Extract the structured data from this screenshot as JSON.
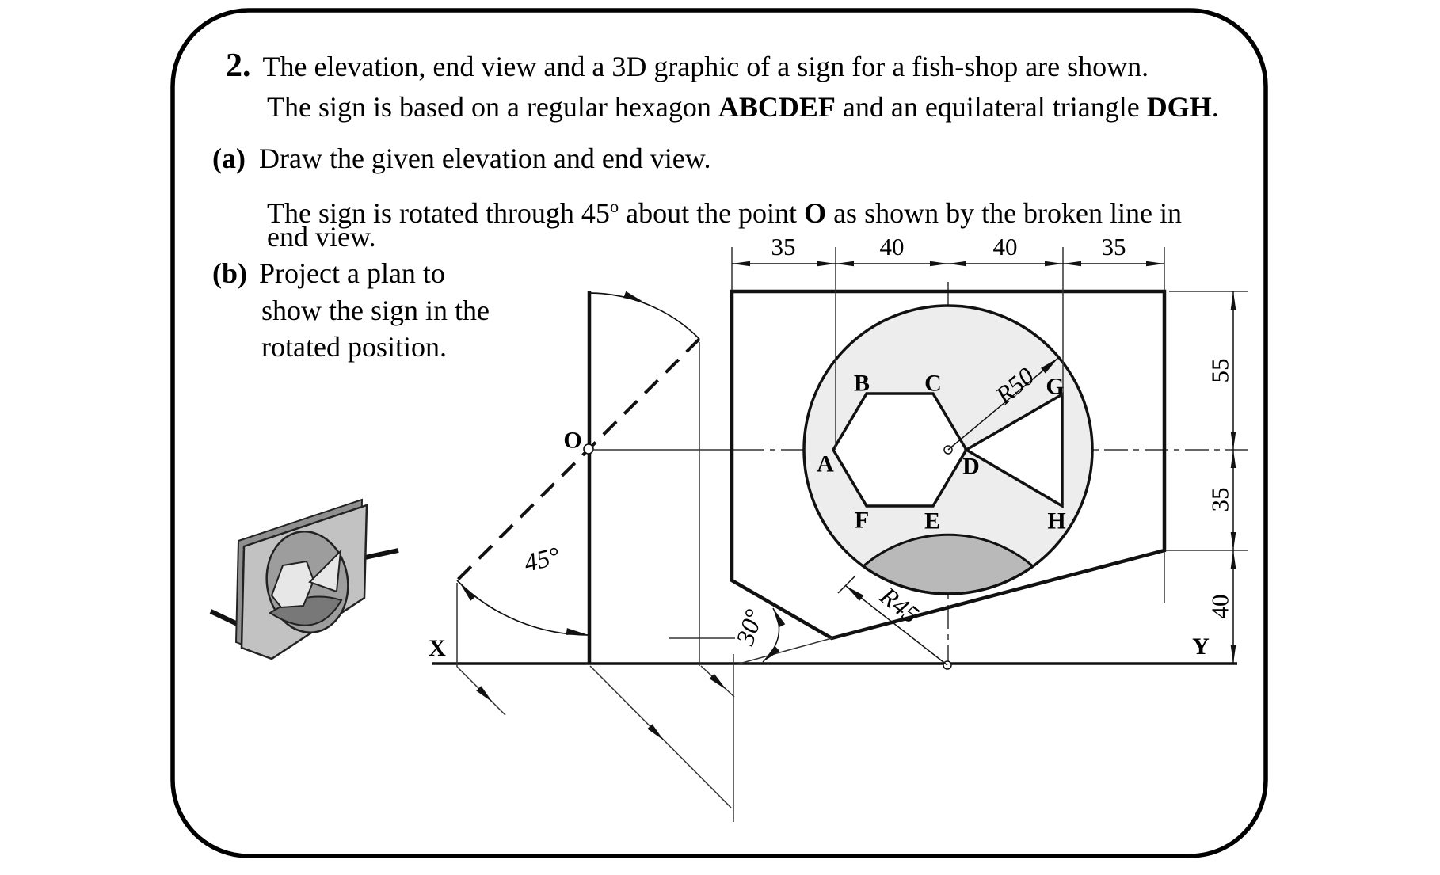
{
  "problem": {
    "number": "2.",
    "line1": "The elevation, end view and a 3D graphic of a sign for a fish-shop are shown.",
    "line2_pre": "The sign is based on a regular hexagon ",
    "line2_bold1": "ABCDEF",
    "line2_mid": " and an equilateral triangle ",
    "line2_bold2": "DGH",
    "line2_end": ".",
    "part_a_label": "(a)",
    "part_a_text": "Draw the given elevation and end view.",
    "rot_pre": "The sign is rotated through 45",
    "rot_sup": "o",
    "rot_mid": " about the point ",
    "rot_bold": "O",
    "rot_end": " as shown by the broken line in",
    "rot_line2": "end view.",
    "part_b_label": "(b)",
    "part_b_line1": "Project a plan to",
    "part_b_line2": "show the sign in the",
    "part_b_line3": "rotated position."
  },
  "drawing": {
    "dims_top": [
      "35",
      "40",
      "40",
      "35"
    ],
    "dims_right": [
      "55",
      "35",
      "40"
    ],
    "radius_large": "R50",
    "radius_small": "R45",
    "angle_rotation": "45°",
    "angle_slope": "30°",
    "labels": {
      "A": "A",
      "B": "B",
      "C": "C",
      "D": "D",
      "E": "E",
      "F": "F",
      "G": "G",
      "H": "H",
      "O": "O",
      "X": "X",
      "Y": "Y"
    },
    "colors": {
      "line": "#111111",
      "circle_fill": "#ededed",
      "lens_fill": "#b9b9b9",
      "plaque_3d": "#c2c2c2",
      "plaque_side_3d": "#8f8f8f",
      "ellipse_3d": "#9d9d9d",
      "shapes_3d": "#e7e7e7",
      "lens_3d": "#787878"
    }
  }
}
